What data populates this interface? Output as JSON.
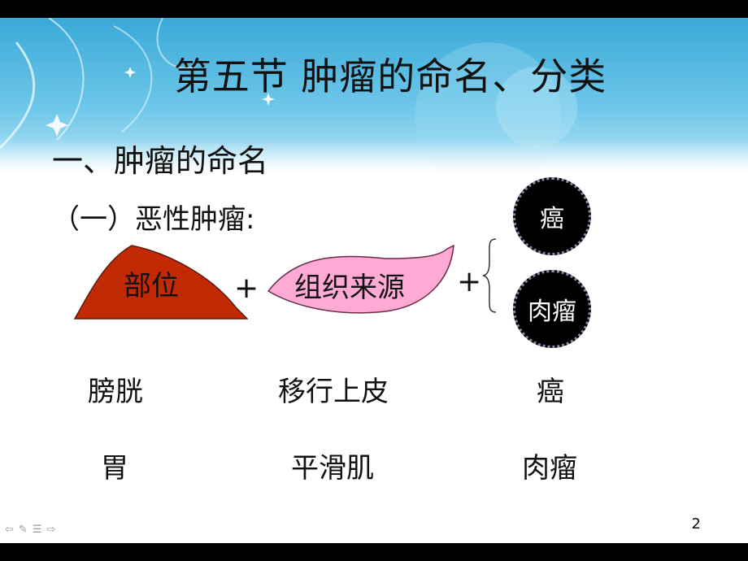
{
  "slide": {
    "title": "第五节 肿瘤的命名、分类",
    "subtitle": "一、肿瘤的命名",
    "section": "（一）恶性肿瘤:",
    "formula": {
      "part_label": "部位",
      "tissue_label": "组织来源",
      "plus": "+",
      "suffix_options": [
        "癌",
        "肉瘤"
      ]
    },
    "examples": [
      {
        "part": "膀胱",
        "tissue": "移行上皮",
        "suffix": "癌"
      },
      {
        "part": "胃",
        "tissue": "平滑肌",
        "suffix": "肉瘤"
      }
    ],
    "page_number": "2"
  },
  "colors": {
    "header_blue": "#4fb8e0",
    "part_shape": "#c22a05",
    "tissue_shape": "#ffaad4",
    "circle_fill": "#000000"
  },
  "nav_icons": [
    "arrow-left-icon",
    "pen-icon",
    "menu-icon",
    "arrow-right-icon"
  ]
}
